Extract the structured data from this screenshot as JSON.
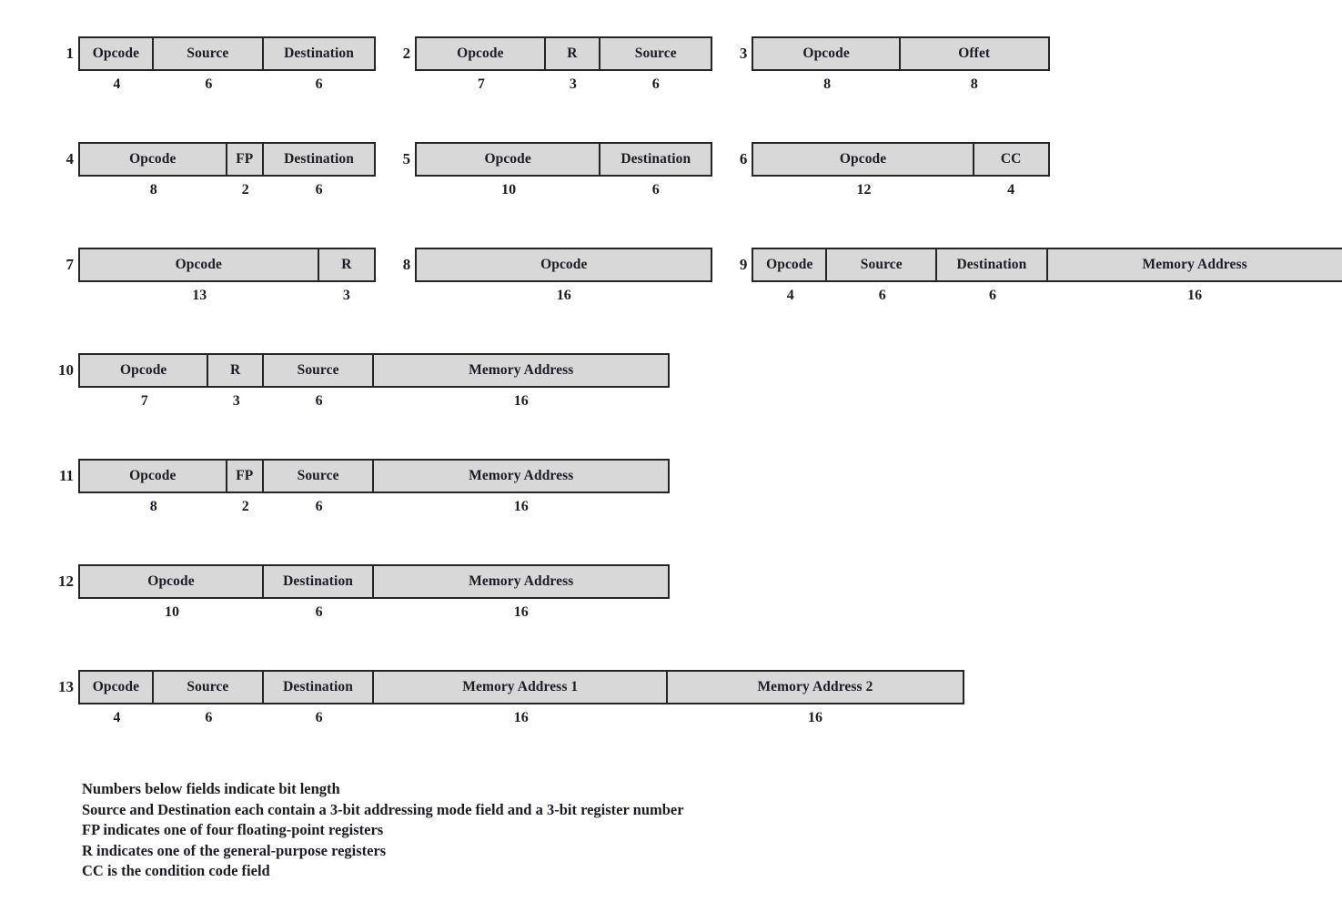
{
  "diagram": {
    "description": "Instruction format diagram with 13 formats; numbers below fields are bit lengths",
    "rows": [
      {
        "formats": [
          {
            "number": "1",
            "fields": [
              {
                "label": "Opcode",
                "bits": 4
              },
              {
                "label": "Source",
                "bits": 6
              },
              {
                "label": "Destination",
                "bits": 6
              }
            ]
          },
          {
            "number": "2",
            "fields": [
              {
                "label": "Opcode",
                "bits": 7
              },
              {
                "label": "R",
                "bits": 3
              },
              {
                "label": "Source",
                "bits": 6
              }
            ]
          },
          {
            "number": "3",
            "fields": [
              {
                "label": "Opcode",
                "bits": 8
              },
              {
                "label": "Offet",
                "bits": 8
              }
            ]
          }
        ]
      },
      {
        "formats": [
          {
            "number": "4",
            "fields": [
              {
                "label": "Opcode",
                "bits": 8
              },
              {
                "label": "FP",
                "bits": 2
              },
              {
                "label": "Destination",
                "bits": 6
              }
            ]
          },
          {
            "number": "5",
            "fields": [
              {
                "label": "Opcode",
                "bits": 10
              },
              {
                "label": "Destination",
                "bits": 6
              }
            ]
          },
          {
            "number": "6",
            "fields": [
              {
                "label": "Opcode",
                "bits": 12
              },
              {
                "label": "CC",
                "bits": 4
              }
            ]
          }
        ]
      },
      {
        "formats": [
          {
            "number": "7",
            "fields": [
              {
                "label": "Opcode",
                "bits": 13
              },
              {
                "label": "R",
                "bits": 3
              }
            ]
          },
          {
            "number": "8",
            "fields": [
              {
                "label": "Opcode",
                "bits": 16
              }
            ]
          },
          {
            "number": "9",
            "fields": [
              {
                "label": "Opcode",
                "bits": 4
              },
              {
                "label": "Source",
                "bits": 6
              },
              {
                "label": "Destination",
                "bits": 6
              },
              {
                "label": "Memory Address",
                "bits": 16
              }
            ]
          }
        ]
      },
      {
        "formats": [
          {
            "number": "10",
            "fields": [
              {
                "label": "Opcode",
                "bits": 7
              },
              {
                "label": "R",
                "bits": 3
              },
              {
                "label": "Source",
                "bits": 6
              },
              {
                "label": "Memory Address",
                "bits": 16
              }
            ]
          }
        ]
      },
      {
        "formats": [
          {
            "number": "11",
            "fields": [
              {
                "label": "Opcode",
                "bits": 8
              },
              {
                "label": "FP",
                "bits": 2
              },
              {
                "label": "Source",
                "bits": 6
              },
              {
                "label": "Memory Address",
                "bits": 16
              }
            ]
          }
        ]
      },
      {
        "formats": [
          {
            "number": "12",
            "fields": [
              {
                "label": "Opcode",
                "bits": 10
              },
              {
                "label": "Destination",
                "bits": 6
              },
              {
                "label": "Memory Address",
                "bits": 16
              }
            ]
          }
        ]
      },
      {
        "formats": [
          {
            "number": "13",
            "fields": [
              {
                "label": "Opcode",
                "bits": 4
              },
              {
                "label": "Source",
                "bits": 6
              },
              {
                "label": "Destination",
                "bits": 6
              },
              {
                "label": "Memory Address 1",
                "bits": 16
              },
              {
                "label": "Memory Address 2",
                "bits": 16
              }
            ]
          }
        ]
      }
    ]
  },
  "notes": [
    "Numbers below fields indicate bit length",
    "Source and Destination each contain a 3-bit addressing mode field and a 3-bit register number",
    "FP indicates one of four floating-point registers",
    "R indicates one of the general-purpose registers",
    "CC is the condition code field"
  ],
  "colors": {
    "field_fill": "#d8d8d8",
    "field_border": "#242424",
    "text": "#1c1c26",
    "background": "#ffffff"
  }
}
